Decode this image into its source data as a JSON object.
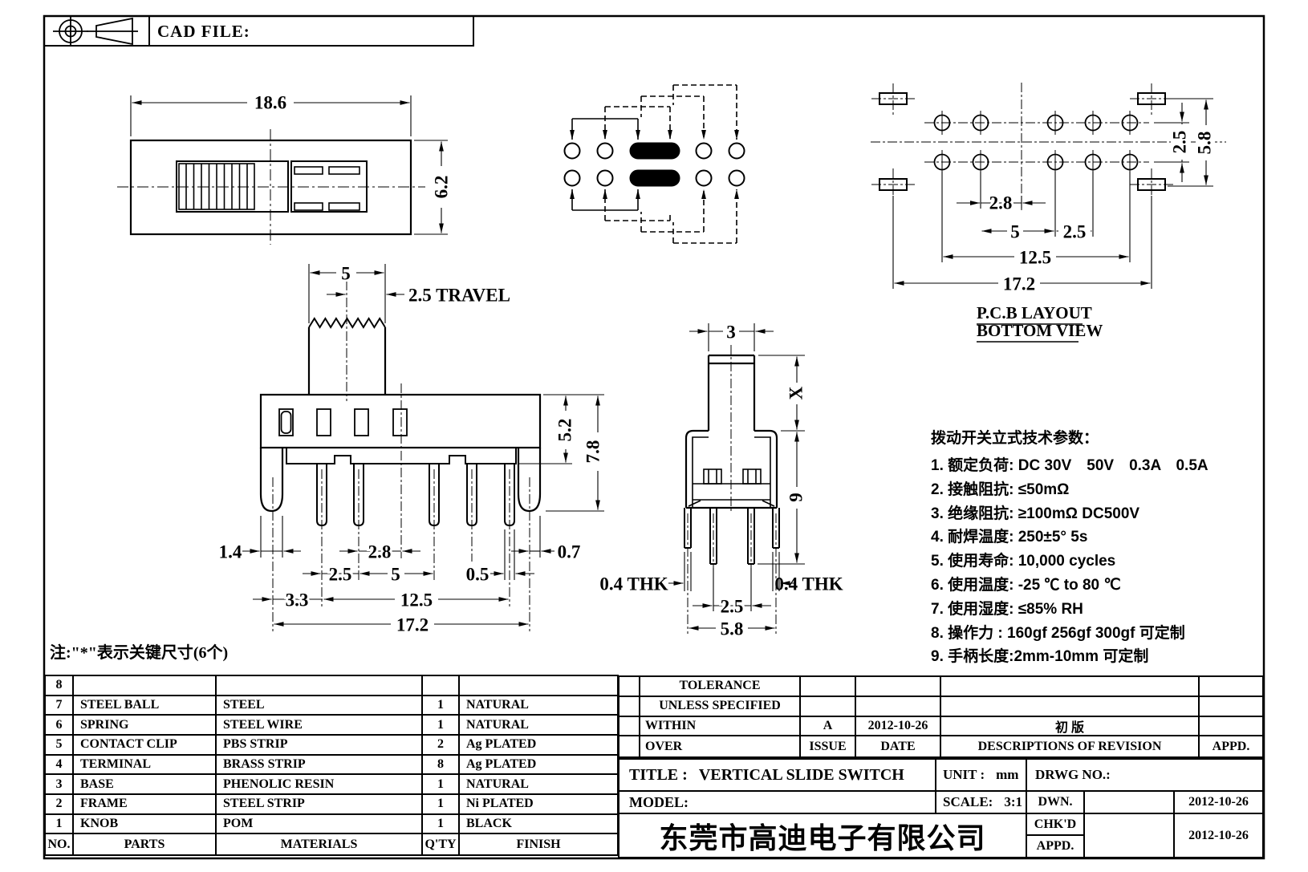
{
  "cad_box": {
    "label": "CAD FILE:"
  },
  "top_view": {
    "dim_width": "18.6",
    "dim_height": "6.2"
  },
  "pcb_view": {
    "dim_2_8": "2.8",
    "dim_5": "5",
    "dim_2_5": "2.5",
    "dim_12_5": "12.5",
    "dim_17_2": "17.2",
    "dim_v2_5": "2.5",
    "dim_v5_8": "5.8",
    "caption_line1": "P.C.B LAYOUT",
    "caption_line2": "BOTTOM VIEW"
  },
  "front_view": {
    "dim_knob_width": "5",
    "dim_travel": "2.5 TRAVEL",
    "dim_body_height": "5.2",
    "dim_total_height": "7.8",
    "dim_1_4": "1.4",
    "dim_2_8": "2.8",
    "dim_0_7": "0.7",
    "dim_2_5": "2.5",
    "dim_5": "5",
    "dim_0_5": "0.5",
    "dim_3_3": "3.3",
    "dim_12_5": "12.5",
    "dim_17_2": "17.2"
  },
  "side_view": {
    "dim_knob_width": "3",
    "dim_x": "X",
    "dim_9": "9",
    "dim_thk_left": "0.4 THK",
    "dim_thk_right": "0.4 THK",
    "dim_2_5": "2.5",
    "dim_5_8": "5.8"
  },
  "specs": {
    "title": "拨动开关立式技术参数：",
    "items": [
      "1.  额定负荷: DC 30V　50V　0.3A　0.5A",
      "2.  接触阻抗:  ≤50mΩ",
      "3.  绝缘阻抗:  ≥100mΩ   DC500V",
      "4.  耐焊温度: 250±5°  5s",
      "5.  使用寿命: 10,000 cycles",
      "6.  使用温度: -25 ℃  to 80  ℃",
      "7.  使用湿度:  ≤85% RH",
      "8.  操作力 : 160gf   256gf   300gf  可定制",
      "9.  手柄长度:2mm-10mm  可定制"
    ]
  },
  "note": "注:\"*\"表示关键尺寸(6个)",
  "parts_table": {
    "rows": [
      {
        "no": "8",
        "part": "",
        "material": "",
        "qty": "",
        "finish": ""
      },
      {
        "no": "7",
        "part": "STEEL BALL",
        "material": "STEEL",
        "qty": "1",
        "finish": "NATURAL"
      },
      {
        "no": "6",
        "part": "SPRING",
        "material": "STEEL WIRE",
        "qty": "1",
        "finish": "NATURAL"
      },
      {
        "no": "5",
        "part": "CONTACT CLIP",
        "material": "PBS STRIP",
        "qty": "2",
        "finish": "Ag PLATED"
      },
      {
        "no": "4",
        "part": "TERMINAL",
        "material": "BRASS STRIP",
        "qty": "8",
        "finish": "Ag PLATED"
      },
      {
        "no": "3",
        "part": "BASE",
        "material": "PHENOLIC RESIN",
        "qty": "1",
        "finish": "NATURAL"
      },
      {
        "no": "2",
        "part": "FRAME",
        "material": "STEEL STRIP",
        "qty": "1",
        "finish": "Ni PLATED"
      },
      {
        "no": "1",
        "part": "KNOB",
        "material": "POM",
        "qty": "1",
        "finish": "BLACK"
      }
    ],
    "footer": {
      "no": "NO.",
      "parts": "PARTS",
      "materials": "MATERIALS",
      "qty": "Q'TY",
      "finish": "FINISH"
    }
  },
  "title_block": {
    "tolerance_line1": "TOLERANCE",
    "tolerance_line2": "UNLESS  SPECIFIED",
    "within_label": "WITHIN",
    "over_label": "OVER",
    "issue_value": "A",
    "issue_label": "ISSUE",
    "date_value": "2012-10-26",
    "date_label": "DATE",
    "revision_description": "初  版",
    "descriptions_label": "DESCRIPTIONS OF REVISION",
    "appd_header_label": "APPD.",
    "title_label": "TITLE :",
    "title_value": "VERTICAL SLIDE SWITCH",
    "unit_label": "UNIT :",
    "unit_value": "mm",
    "drwg_no_label": "DRWG NO.:",
    "model_label": "MODEL:",
    "scale_label": "SCALE:",
    "scale_value": "3:1",
    "company_name": "东莞市高迪电子有限公司",
    "dwn_label": "DWN.",
    "dwn_date": "2012-10-26",
    "chkd_label": "CHK'D",
    "chkd_date": "2012-10-26",
    "appd_label": "APPD."
  }
}
